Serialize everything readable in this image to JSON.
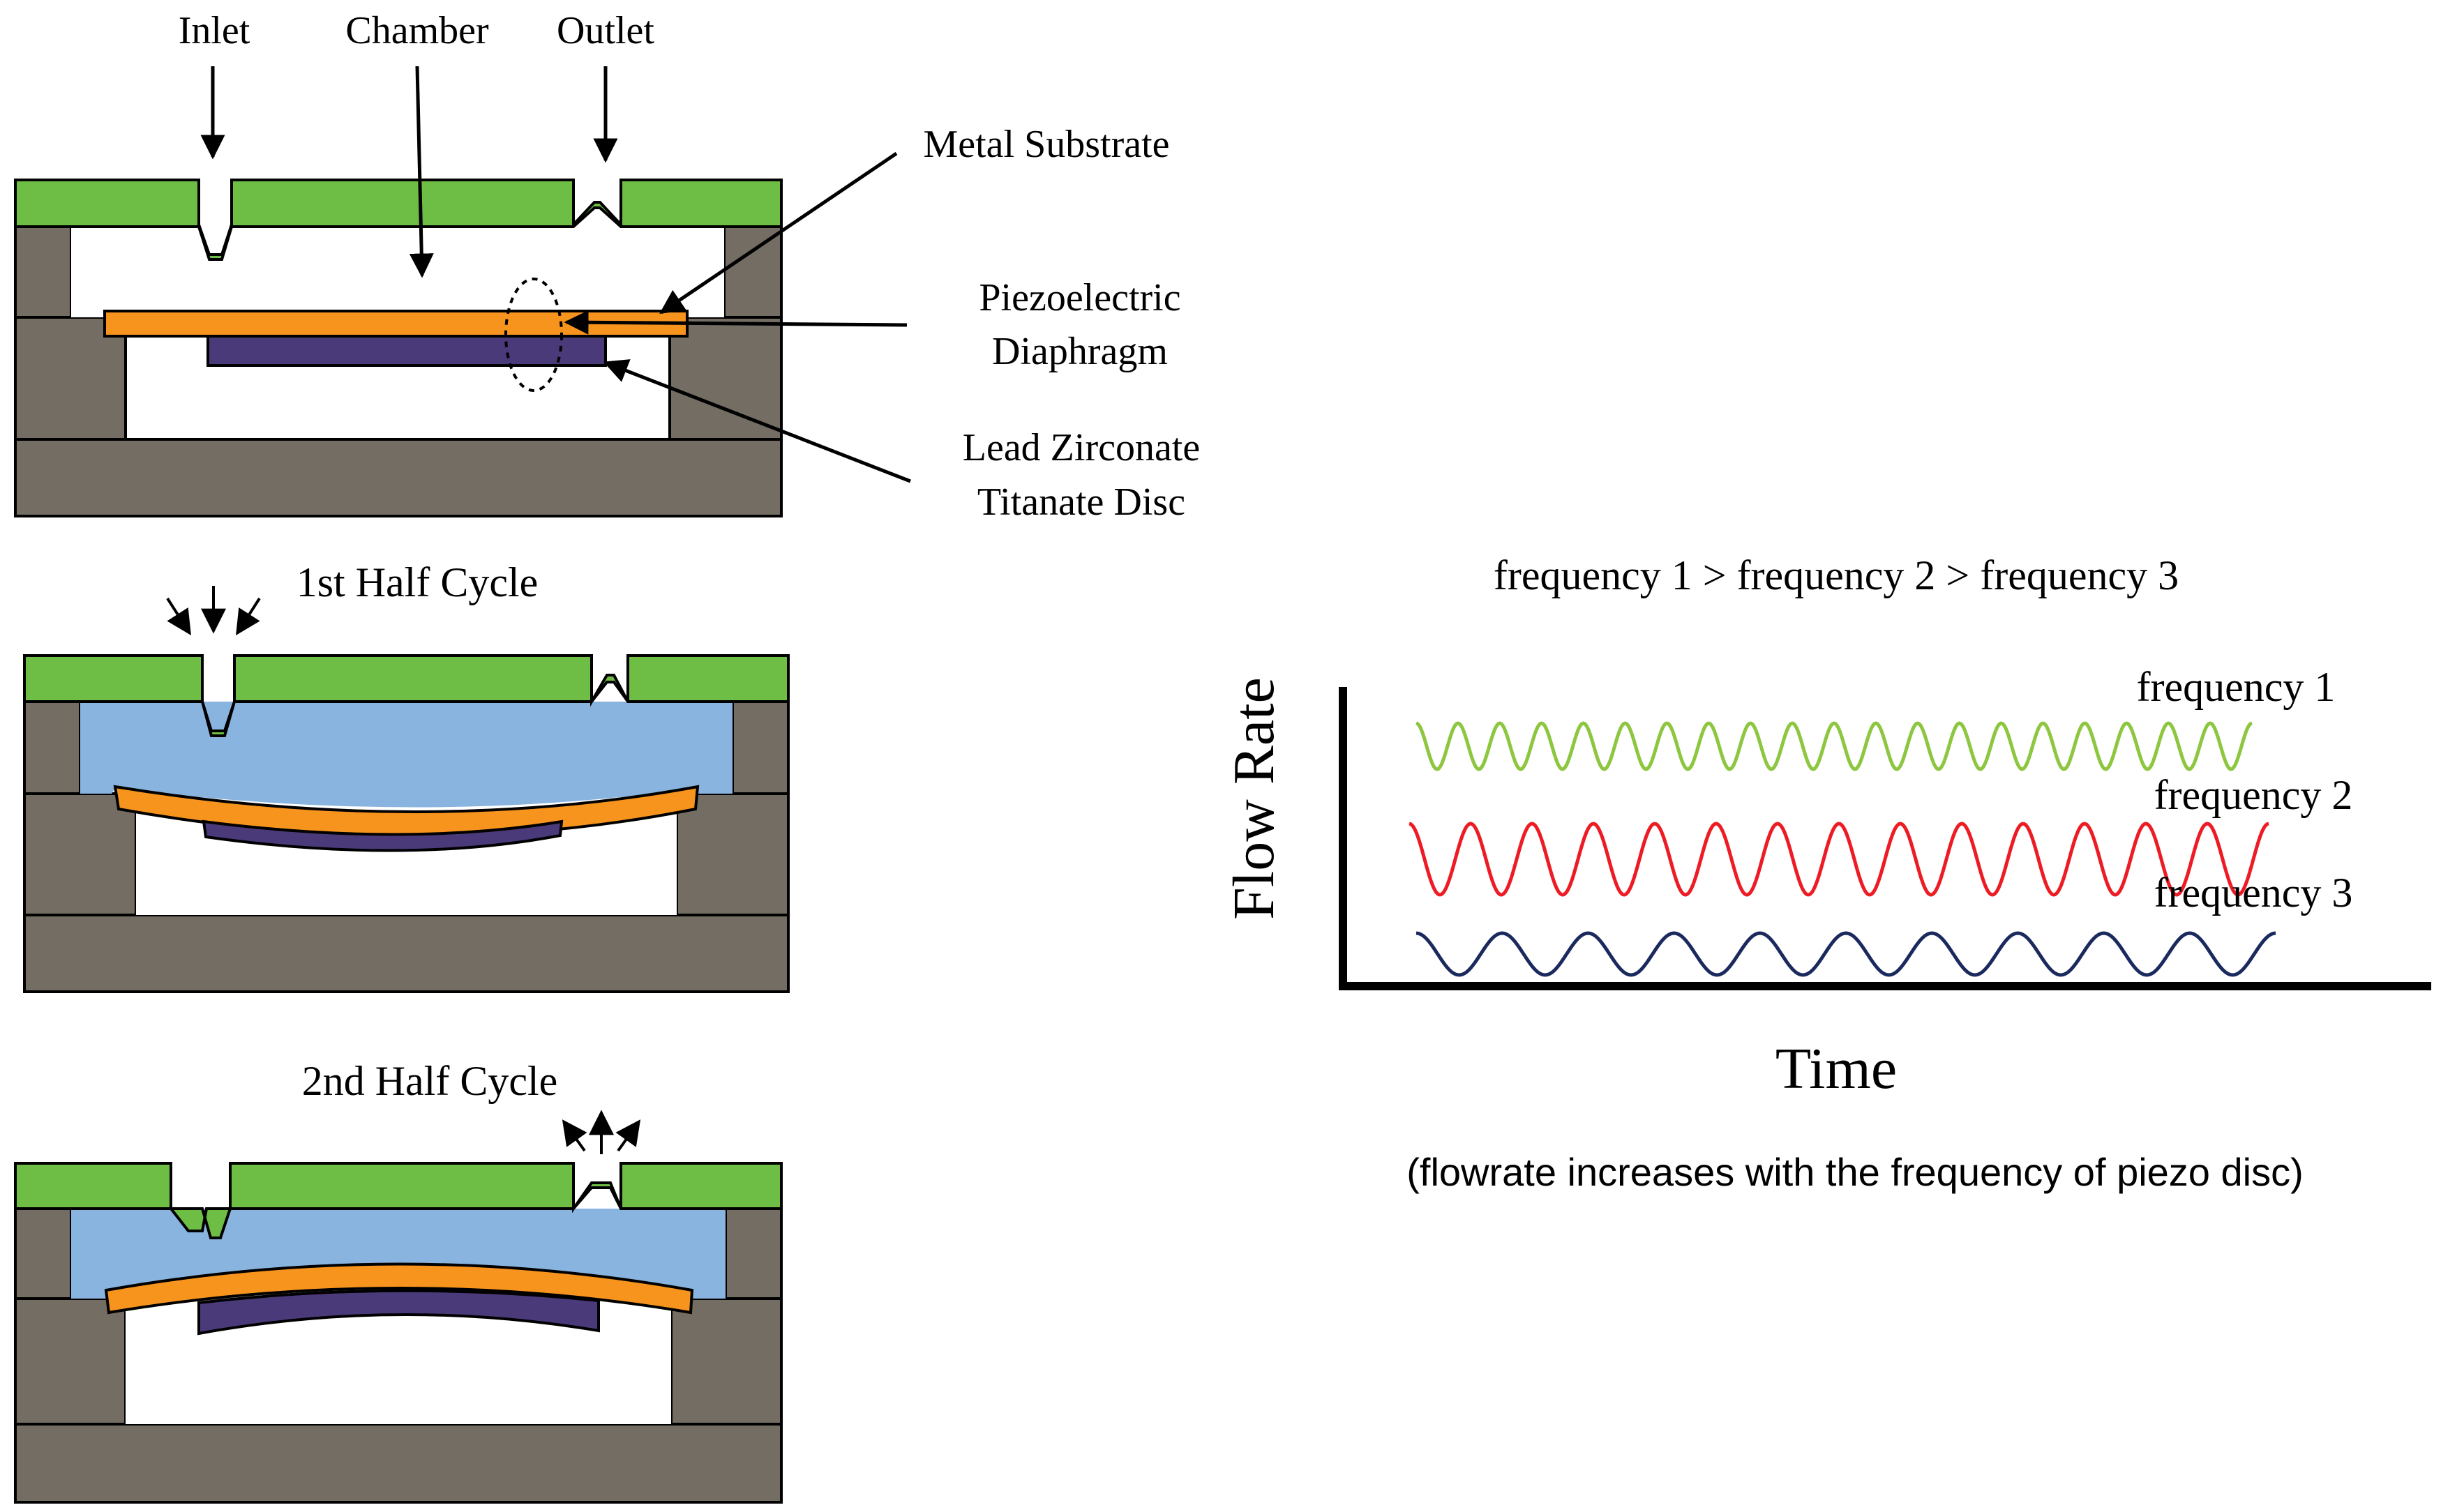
{
  "labels": {
    "inlet": "Inlet",
    "chamber": "Chamber",
    "outlet": "Outlet",
    "metal_substrate": "Metal Substrate",
    "piezo_line1": "Piezoelectric",
    "piezo_line2": "Diaphragm",
    "pzt_line1": "Lead Zirconate",
    "pzt_line2": "Titanate Disc",
    "first_half": "1st Half Cycle",
    "second_half": "2nd Half Cycle"
  },
  "colors": {
    "cover": "#6ebe45",
    "body": "#746d64",
    "diaphragm": "#f7941d",
    "disc": "#4b3a7a",
    "fluid": "#8ab4e0",
    "freq1": "#8dc63f",
    "freq2": "#ed1c24",
    "freq3": "#1b2a5e"
  },
  "chart": {
    "comparison": "frequency 1 > frequency 2 > frequency 3",
    "ylabel": "Flow Rate",
    "xlabel": "Time",
    "note": "(flowrate increases with the frequency of piezo disc)",
    "series": [
      {
        "name": "frequency 1",
        "cycles": 20,
        "amplitude": 0.55,
        "color": "#8dc63f"
      },
      {
        "name": "frequency 2",
        "cycles": 14,
        "amplitude": 0.85,
        "color": "#ed1c24"
      },
      {
        "name": "frequency 3",
        "cycles": 10,
        "amplitude": 0.5,
        "color": "#1b2a5e"
      }
    ]
  }
}
